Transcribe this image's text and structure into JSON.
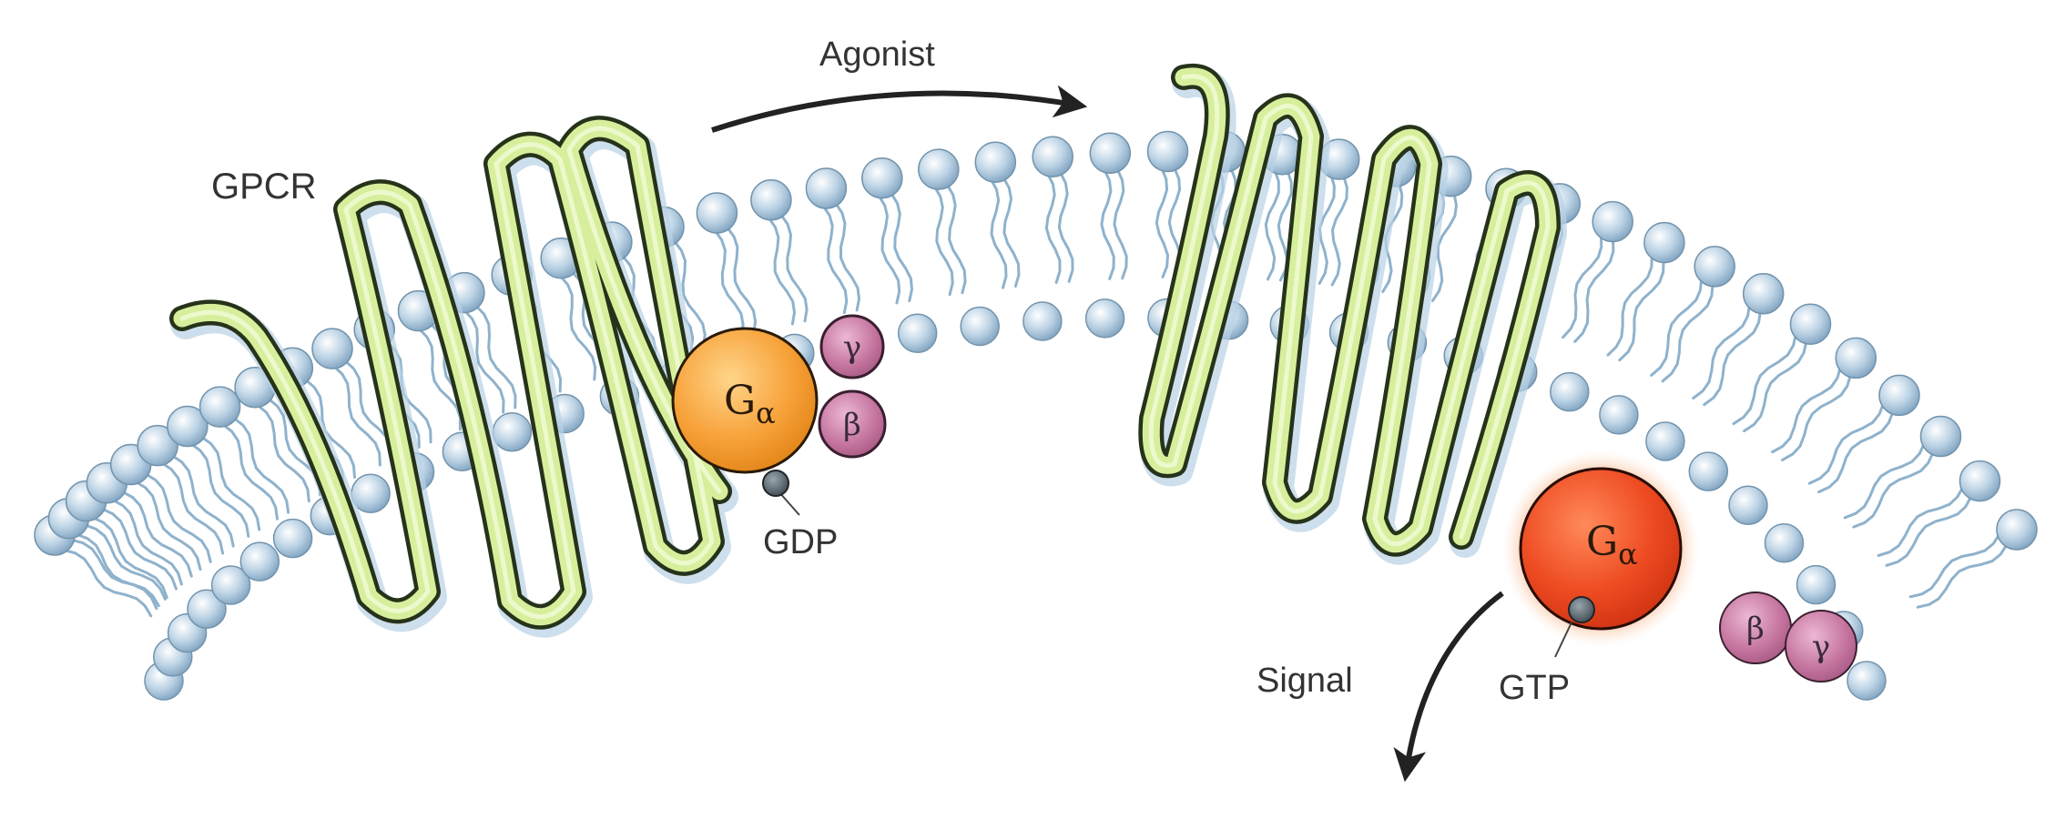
{
  "labels": {
    "gpcr": "GPCR",
    "agonist": "Agonist",
    "gdp": "GDP",
    "gtp": "GTP",
    "signal": "Signal",
    "g_base": "G",
    "alpha": "α",
    "beta": "β",
    "gamma": "γ"
  },
  "colors": {
    "membrane_head": "#a9c6dc",
    "membrane_tail": "#8fb2cc",
    "helix_fill": "#d7ef9c",
    "helix_stroke": "#26331a",
    "g_alpha_inactive": "#f7a23a",
    "g_alpha_active": "#ee4b22",
    "beta_gamma": "#c5759f",
    "nucleotide": "#59646c",
    "arrow": "#222222"
  }
}
